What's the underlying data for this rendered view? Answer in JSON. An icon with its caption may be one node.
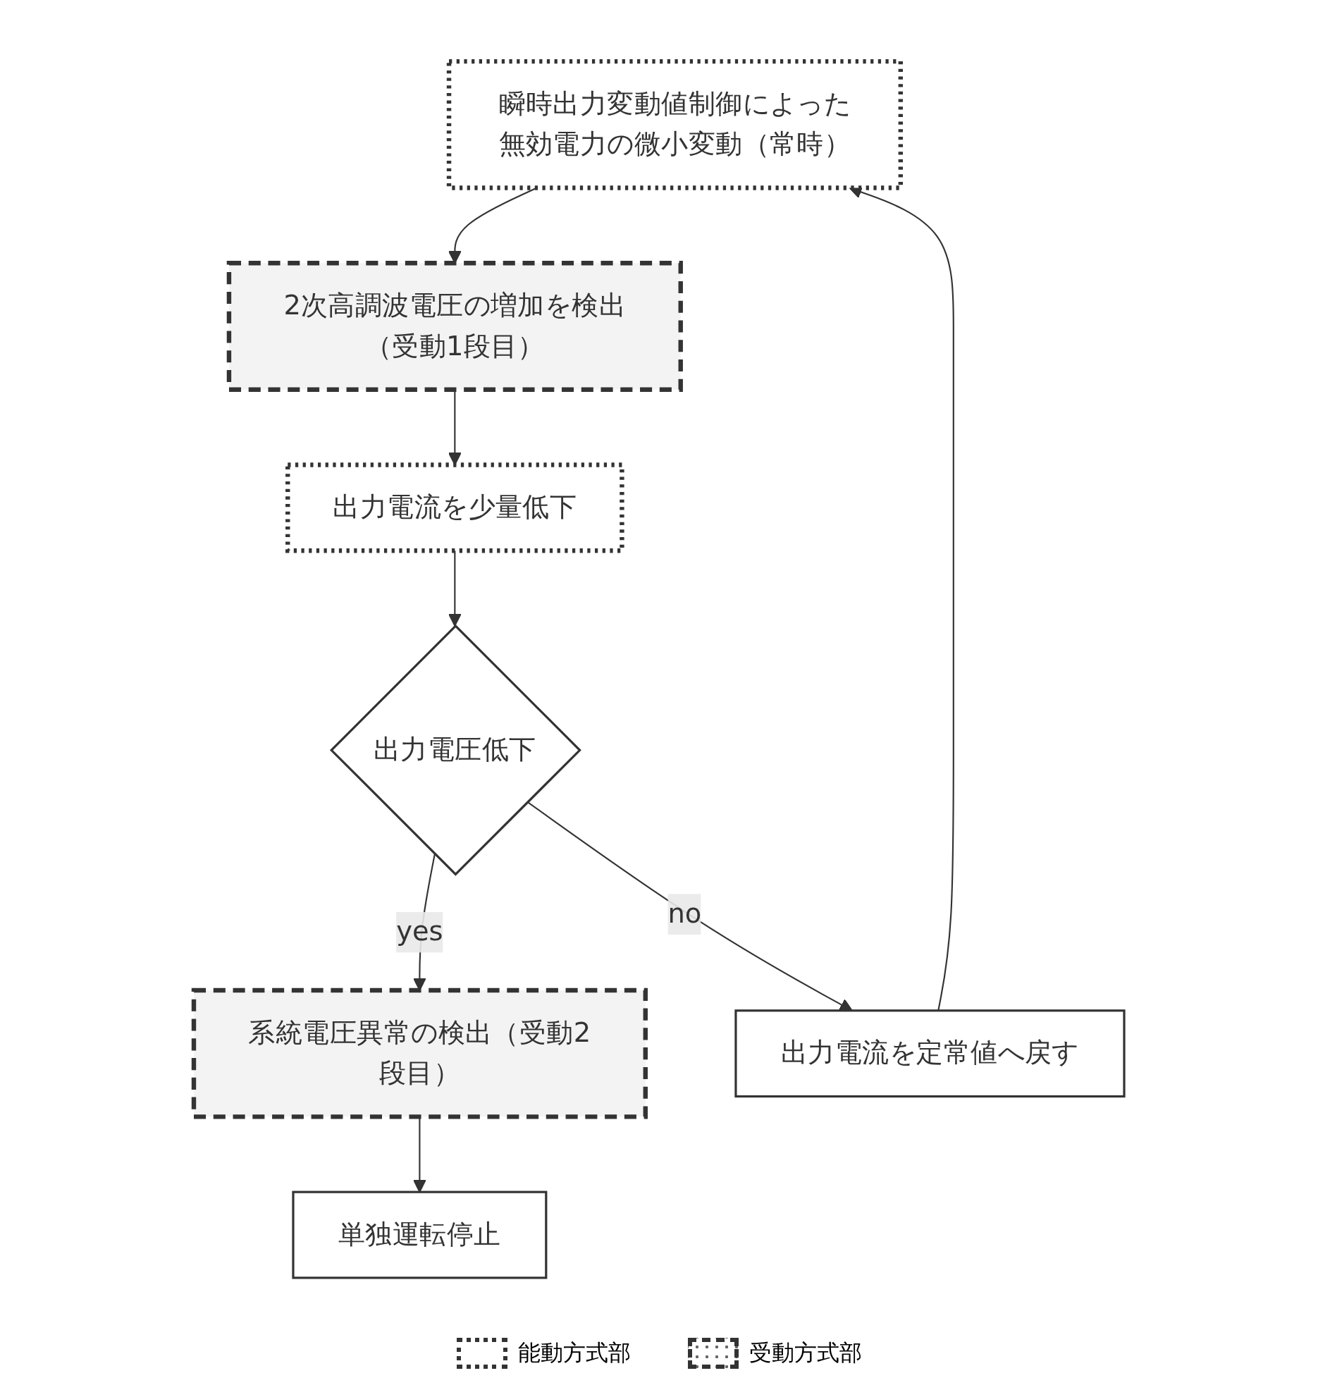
{
  "diagram": {
    "nodes": [
      {
        "text": [
          "瞬時出力変動値制御によった無効電力の微小変動（常時）"
        ]
      },
      {
        "text": [
          "2次高調波電圧の増加を検出（受動1段目）"
        ]
      },
      {
        "text": [
          "出力電流を少量低下"
        ]
      },
      {
        "text": [
          "出力電圧低下"
        ]
      },
      {
        "text": [
          "系統電圧異常の検出（受動2段目）"
        ]
      },
      {
        "text": [
          "単独運転停止"
        ]
      },
      {
        "text": [
          "出力電流を定常値へ戻す"
        ]
      }
    ],
    "edges": [
      {
        "from": 0,
        "to": 1,
        "arrow": "to"
      },
      {
        "from": 1,
        "to": 2,
        "arrow": "to"
      },
      {
        "from": 2,
        "to": 3,
        "arrow": "to"
      },
      {
        "from": 3,
        "to": 4,
        "arrow": "to",
        "label": "yes"
      },
      {
        "from": 4,
        "to": 5,
        "arrow": "to"
      },
      {
        "from": 3,
        "to": 6,
        "arrow": "to",
        "label": "no"
      },
      {
        "from": 6,
        "to": 0,
        "arrow": "to"
      }
    ],
    "legend": [
      {
        "text": "能動方式部"
      },
      {
        "text": "受動方式部"
      }
    ]
  }
}
